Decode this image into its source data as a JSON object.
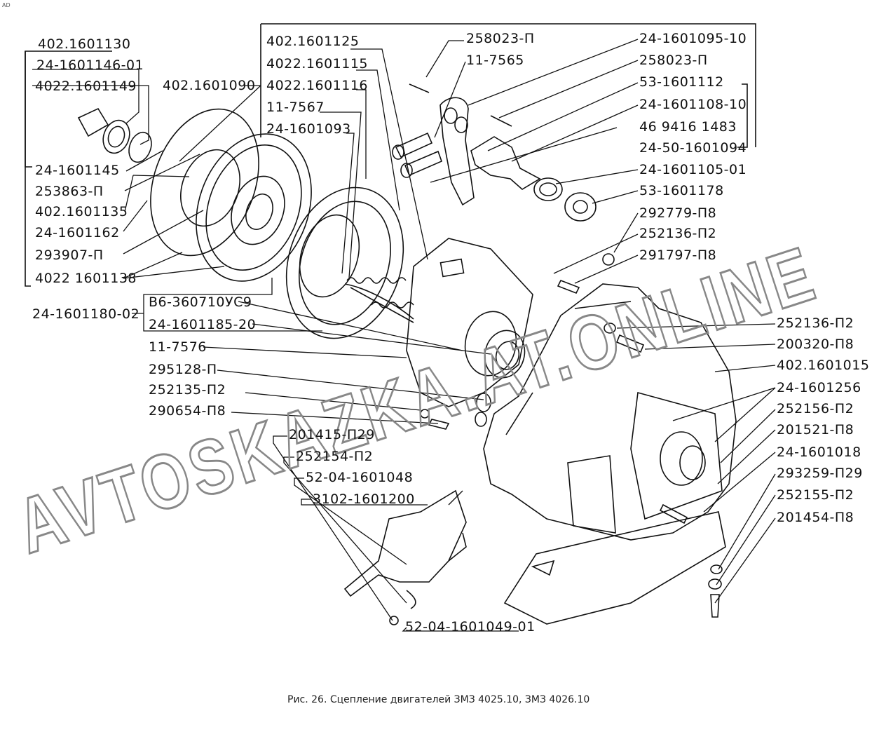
{
  "corner_mark": "AD",
  "caption": "Рис. 26. Сцепление двигателей  ЗМЗ 4025.10, ЗМЗ 4026.10",
  "watermark": "AVTOSKAZKA.AT.ONLINE",
  "labels": {
    "l_402_1601130": "402.1601130",
    "l_24_1601146_01": "24-1601146-01",
    "l_4022_1601149": "4022.1601149",
    "l_402_1601090": "402.1601090",
    "l_24_1601145": "24-1601145",
    "l_253863_p": "253863-П",
    "l_402_1601135": "402.1601135",
    "l_24_1601162": "24-1601162",
    "l_293907_p": "293907-П",
    "l_4022_1601138": "4022 1601138",
    "l_24_1601180_02": "24-1601180-02",
    "l_402_1601125": "402.1601125",
    "l_4022_1601115": "4022.1601115",
    "l_4022_1601116": "4022.1601116",
    "l_11_7567": "11-7567",
    "l_24_1601093": "24-1601093",
    "l_b6": "В6-360710УС9",
    "l_24_1601185_20": "24-1601185-20",
    "l_11_7576": "11-7576",
    "l_295128_p": "295128-П",
    "l_252135_p2": "252135-П2",
    "l_290654_p8": "290654-П8",
    "l_201415_p29": "201415-П29",
    "l_252154_p2": "252154-П2",
    "l_52_04_1601048": "52-04-1601048",
    "l_3102_1601200": "3102-1601200",
    "l_52_04_1601049_01": "52-04-1601049-01",
    "l_258023_p_a": "258023-П",
    "l_11_7565": "11-7565",
    "l_24_1601095_10": "24-1601095-10",
    "l_258023_p_b": "258023-П",
    "l_53_1601112": "53-1601112",
    "l_24_1601108_10": "24-1601108-10",
    "l_46_9416_1483": "46 9416 1483",
    "l_24_50_1601094": "24-50-1601094",
    "l_24_1601105_01": "24-1601105-01",
    "l_53_1601178": "53-1601178",
    "l_292779_p8": "292779-П8",
    "l_252136_p2_a": "252136-П2",
    "l_291797_p8": "291797-П8",
    "l_252136_p2_b": "252136-П2",
    "l_200320_p8": "200320-П8",
    "l_402_1601015": "402.1601015",
    "l_24_1601256": "24-1601256",
    "l_252156_p2": "252156-П2",
    "l_201521_p8": "201521-П8",
    "l_24_1601018": "24-1601018",
    "l_293259_p29": "293259-П29",
    "l_252155_p2": "252155-П2",
    "l_201454_p8": "201454-П8"
  }
}
